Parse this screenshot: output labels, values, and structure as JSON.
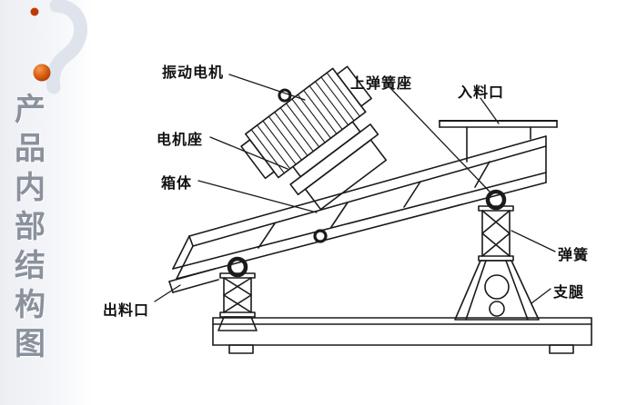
{
  "page": {
    "background": "#ffffff",
    "line_color": "#1a1a1a"
  },
  "sidebar": {
    "title": "产品内部结构图",
    "title_chars": [
      "产",
      "品",
      "内",
      "部",
      "结",
      "构",
      "图"
    ],
    "text_color": "#8a919c",
    "strip_color": "#eceef3",
    "watermark_color": "#dfe3eb",
    "dot_small_color": "#c03a00",
    "dot_large_color": "#e8762a"
  },
  "diagram": {
    "labels": [
      {
        "id": "vibration-motor",
        "text": "振动电机"
      },
      {
        "id": "upper-spring-seat",
        "text": "上弹簧座"
      },
      {
        "id": "inlet",
        "text": "入料口"
      },
      {
        "id": "motor-seat",
        "text": "电机座"
      },
      {
        "id": "box-body",
        "text": "箱体"
      },
      {
        "id": "outlet",
        "text": "出料口"
      },
      {
        "id": "spring",
        "text": "弹簧"
      },
      {
        "id": "support-leg",
        "text": "支腿"
      }
    ]
  }
}
